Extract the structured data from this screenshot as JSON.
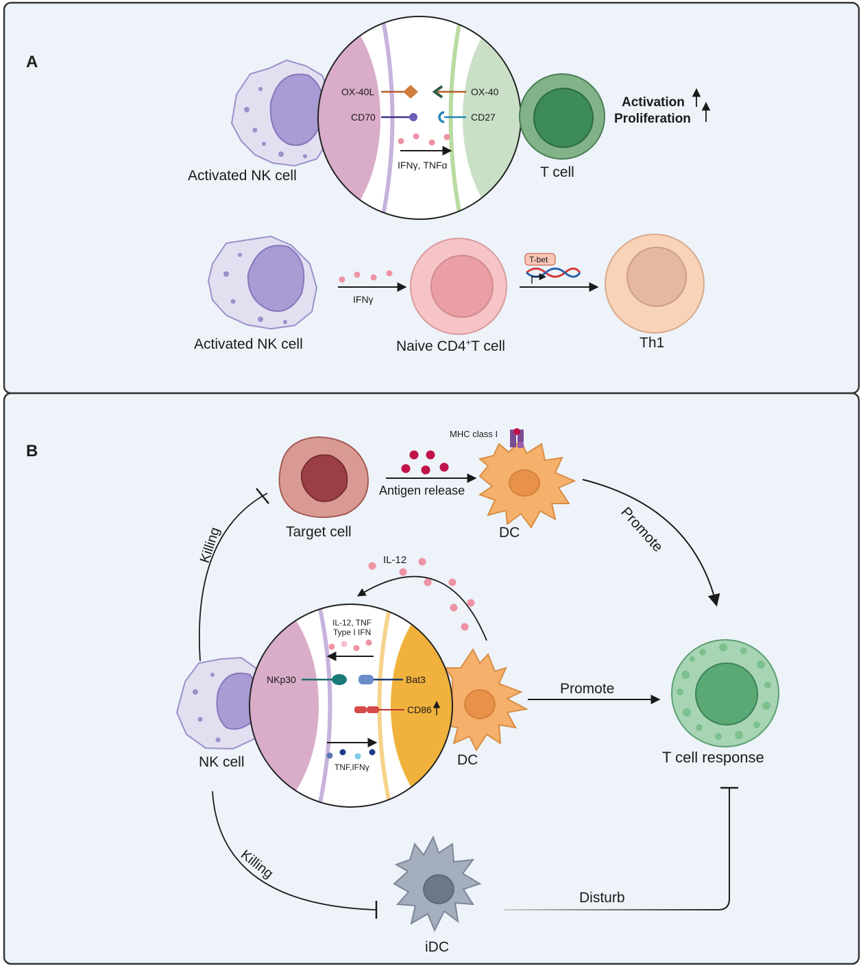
{
  "panel_a": {
    "letter": "A",
    "ox40l": "OX-40L",
    "ox40": "OX-40",
    "cd70": "CD70",
    "cd27": "CD27",
    "cytokines_1": "IFNγ, TNFα",
    "nk_label_1": "Activated NK cell",
    "t_cell": "T cell",
    "activation": "Activation",
    "proliferation": "Proliferation",
    "ifng": "IFNγ",
    "tbet": "T-bet",
    "nk_label_2": "Activated NK cell",
    "naive_main": "Naive CD4",
    "naive_sup": "+",
    "naive_tail": "T cell",
    "th1": "Th1"
  },
  "panel_b": {
    "letter": "B",
    "mhc": "MHC class I",
    "antigen_release": "Antigen release",
    "target_cell": "Target cell",
    "dc_top": "DC",
    "promote_top": "Promote",
    "killing_top": "Killing",
    "il12": "IL-12",
    "inset_cytokines_1": "IL-12, TNF",
    "inset_cytokines_2": "Type I IFN",
    "nkp30": "NKp30",
    "bat3": "Bat3",
    "cd86": "CD86",
    "tnf_ifng": "TNF,IFNγ",
    "nk_cell": "NK cell",
    "dc_mid": "DC",
    "promote_mid": "Promote",
    "t_cell_response": "T cell response",
    "killing_bottom": "Killing",
    "disturb": "Disturb",
    "idc": "iDC"
  },
  "colors": {
    "panel_bg": "#edf3f9",
    "nk_body": "#e2dff1",
    "nk_nucleus": "#a99bd3",
    "membrane_pink": "#d9adc9",
    "membrane_green": "#c9e0c6",
    "dc_orange": "#f5b06b",
    "dc_gold": "#f0b23c",
    "t_green": "#6aa577",
    "naive_pink": "#f6c4c6",
    "th1_peach": "#f9d3b7",
    "idc_gray": "#a5aebd",
    "antigen_red": "#c0134a",
    "cytokine_pink": "#ee93a3"
  }
}
